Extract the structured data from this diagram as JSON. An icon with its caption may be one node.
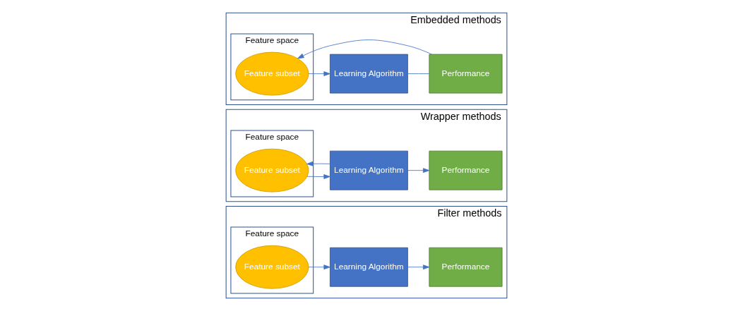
{
  "diagram": {
    "nodes": [
      {
        "text": [
          "Filter methods"
        ]
      },
      {
        "text": [
          "Feature space"
        ],
        "in": 0
      },
      {
        "text": [
          "Feature subset"
        ],
        "in": 1
      },
      {
        "text": [
          "Learning Algorithm"
        ],
        "in": 0
      },
      {
        "text": [
          "Performance"
        ],
        "in": 0
      },
      {
        "text": [
          "Wrapper methods"
        ]
      },
      {
        "text": [
          "Feature space"
        ],
        "in": 5
      },
      {
        "text": [
          "Feature subset"
        ],
        "in": 6
      },
      {
        "text": [
          "Learning Algorithm"
        ],
        "in": 5
      },
      {
        "text": [
          "Performance"
        ],
        "in": 5
      },
      {
        "text": [
          "Embedded methods"
        ]
      },
      {
        "text": [
          "Feature space"
        ],
        "in": 10
      },
      {
        "text": [
          "Feature subset"
        ],
        "in": 11
      },
      {
        "text": [
          "Learning Algorithm"
        ],
        "in": 10
      },
      {
        "text": [
          "Performance"
        ],
        "in": 10
      }
    ],
    "edges": [
      {
        "from": 2,
        "to": 3,
        "arrow": "to"
      },
      {
        "from": 3,
        "to": 4,
        "arrow": "to"
      },
      {
        "from": 7,
        "to": 8,
        "arrow": "to"
      },
      {
        "from": 8,
        "to": 9,
        "arrow": "to"
      },
      {
        "from": 8,
        "to": 7,
        "arrow": "to"
      },
      {
        "from": 12,
        "to": 13,
        "arrow": "to"
      },
      {
        "from": 13,
        "to": 14,
        "arrow": "none"
      },
      {
        "from": 14,
        "to": 12,
        "arrow": "to"
      }
    ]
  }
}
